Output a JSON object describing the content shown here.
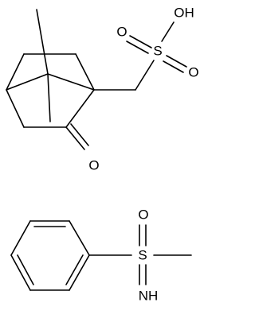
{
  "molecules": [
    {
      "id": "camphorsulfonic-acid",
      "atom_labels": {
        "hydroxyl": "OH",
        "sulfur": "S",
        "sulfonyl_oxygen_top": "O",
        "sulfonyl_oxygen_right": "O",
        "ketone_oxygen": "O"
      }
    },
    {
      "id": "methyl-phenyl-sulfoximine",
      "atom_labels": {
        "sulfur": "S",
        "sulfinyl_oxygen": "O",
        "imine_nh": "NH"
      }
    }
  ],
  "colors": {
    "bond": "#000000",
    "label": "#000000",
    "background": "#ffffff"
  }
}
